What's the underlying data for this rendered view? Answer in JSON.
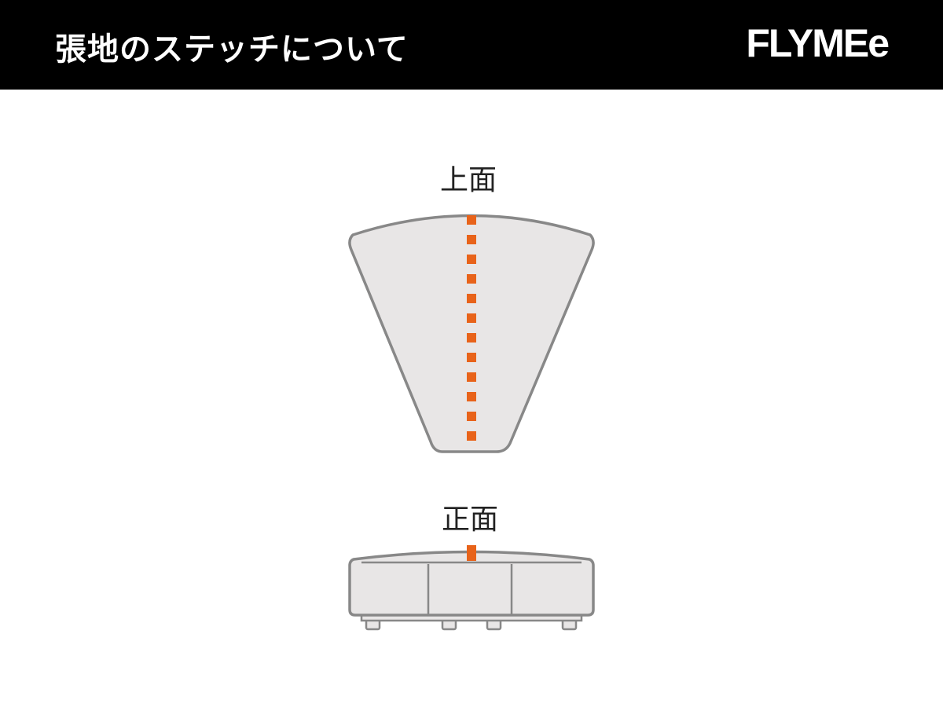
{
  "header": {
    "title": "張地のステッチについて",
    "brand": "FLYMEe"
  },
  "views": {
    "top_label": "上面",
    "front_label": "正面"
  },
  "colors": {
    "header_bg": "#000000",
    "header_text": "#ffffff",
    "cushion_fill": "#e8e6e6",
    "outline": "#888888",
    "stitch": "#e8631a"
  },
  "icons": {
    "top_view": "wedge-cushion-top-view",
    "front_view": "ottoman-front-view"
  }
}
